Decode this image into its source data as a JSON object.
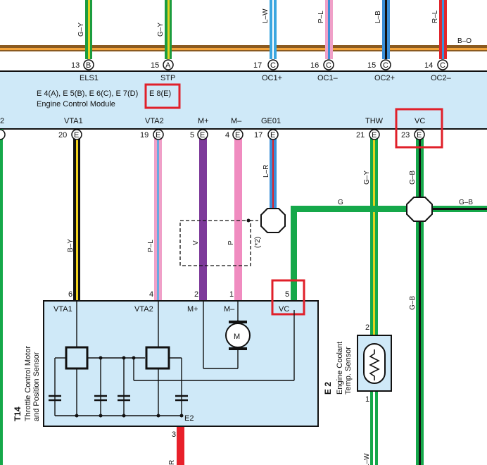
{
  "top_wires": [
    {
      "color": "G–Y",
      "pin": "13",
      "conn": "B",
      "signal": "ELS1"
    },
    {
      "color": "G–Y",
      "pin": "15",
      "conn": "A",
      "signal": "STP"
    },
    {
      "color": "L–W",
      "pin": "17",
      "conn": "C",
      "signal": "OC1+"
    },
    {
      "color": "P–L",
      "pin": "16",
      "conn": "C",
      "signal": "OC1–"
    },
    {
      "color": "L–B",
      "pin": "15",
      "conn": "C",
      "signal": "OC2+"
    },
    {
      "color": "R–L",
      "pin": "14",
      "conn": "C",
      "signal": "OC2–"
    }
  ],
  "top_right_wire": "B–O",
  "ecm": {
    "connectors_line": "E 4(A), E 5(B), E 6(C), E 7(D)",
    "connector_highlight": "E 8(E)",
    "name": "Engine Control Module",
    "left_partial": "2",
    "bottom_pins": [
      {
        "signal": "VTA1",
        "pin": "20",
        "conn": "E"
      },
      {
        "signal": "VTA2",
        "pin": "19",
        "conn": "E"
      },
      {
        "signal": "M+",
        "pin": "5",
        "conn": "E"
      },
      {
        "signal": "M–",
        "pin": "4",
        "conn": "E"
      },
      {
        "signal": "GE01",
        "pin": "17",
        "conn": "E"
      },
      {
        "signal": "THW",
        "pin": "21",
        "conn": "E"
      },
      {
        "signal": "VC",
        "pin": "23",
        "conn": "E"
      }
    ]
  },
  "wire_colors": {
    "vta1": "B–Y",
    "vta2": "P–L",
    "mplus": "V",
    "mminus": "P",
    "ge01": "L–R",
    "thw": "G–Y",
    "vc": "G–B",
    "vc_lower": "G–B",
    "g_branch": "G",
    "g_branch_right": "G–B",
    "t14_e2": "R",
    "e2_bottom": "L–W"
  },
  "shield_note": "(*2)",
  "t14": {
    "code": "T14",
    "name_line1": "Throttle Control Motor",
    "name_line2": "and Position Sensor",
    "pins": [
      {
        "num": "6",
        "signal": "VTA1"
      },
      {
        "num": "4",
        "signal": "VTA2"
      },
      {
        "num": "2",
        "signal": "M+"
      },
      {
        "num": "1",
        "signal": "M–"
      },
      {
        "num": "5",
        "signal": "VC"
      }
    ],
    "e2_label": "E2",
    "e2_pin": "3",
    "motor_label": "M"
  },
  "e2": {
    "code": "E 2",
    "name_line1": "Engine Coolant",
    "name_line2": "Temp. Sensor",
    "pin_top": "2",
    "pin_bottom": "1"
  },
  "colors": {
    "module_fill": "#cfe9f8",
    "highlight": "#e0202a",
    "green": "#15a84a",
    "yellow": "#f2d21b",
    "violet": "#7d3a9a",
    "pink": "#f08cc0",
    "red": "#e8202a",
    "blue": "#3a8fd8"
  }
}
